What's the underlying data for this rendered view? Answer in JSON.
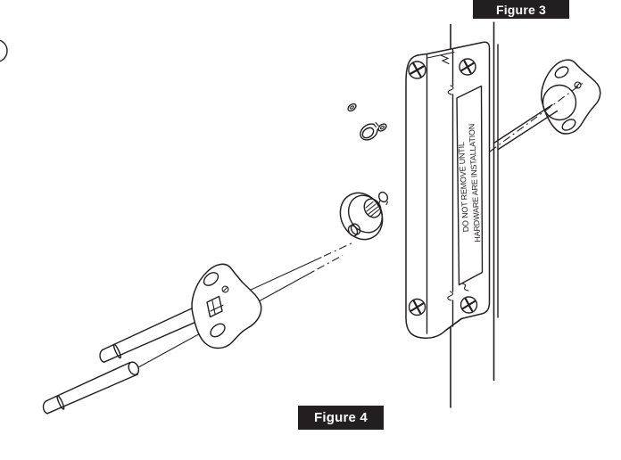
{
  "page": {
    "background": "#ffffff"
  },
  "figure_labels": {
    "figure3": {
      "text": "Figure 3"
    },
    "figure4": {
      "text": "Figure 4"
    },
    "bg_color": "#231f20",
    "text_color": "#ffffff"
  },
  "diagram": {
    "line_color": "#231f20",
    "warning_label": {
      "line1": "DO NOT REMOVE UNTIL",
      "line2": "HARDWARE ARE INSTALLATION"
    },
    "parts": [
      "mounting bolt (upper)",
      "mounting bolt (lower)",
      "inside mounting plate",
      "thumbturn cylinder",
      "lock washer",
      "small mounting screws",
      "door edge",
      "edge plate with warning label",
      "outside mounting plate"
    ]
  }
}
